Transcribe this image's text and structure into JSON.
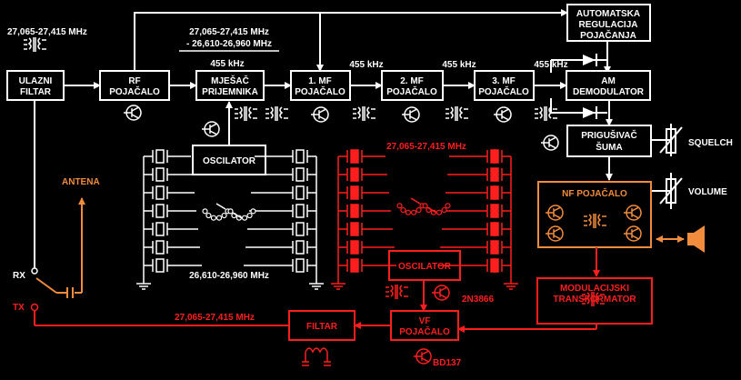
{
  "colors": {
    "rx": "#ffffff",
    "tx": "#ff1e1e",
    "nf": "#f08c3c",
    "background": "#000000"
  },
  "freq": {
    "input": "27,065-27,415 MHz",
    "mixer_top_1": "27,065-27,415 MHz",
    "mixer_top_2": "- 26,610-26,960 MHz",
    "if_455_a": "455 kHz",
    "if_455_b": "455 kHz",
    "if_455_c": "455 kHz",
    "if_455_d": "455 kHz",
    "crystal_rx": "26,610-26,960 MHz",
    "crystal_tx": "27,065-27,415 MHz",
    "tx_out": "27,065-27,415 MHz"
  },
  "blocks": {
    "ulazni_1": "ULAZNI",
    "ulazni_2": "FILTAR",
    "rf_1": "RF",
    "rf_2": "POJAČALO",
    "mix_1": "MJEŠAČ",
    "mix_2": "PRIJEMNIKA",
    "mf1_1": "1. MF",
    "mf1_2": "POJAČALO",
    "mf2_1": "2. MF",
    "mf2_2": "POJAČALO",
    "mf3_1": "3. MF",
    "mf3_2": "POJAČALO",
    "am_1": "AM",
    "am_2": "DEMODULATOR",
    "agc_1": "AUTOMATSKA",
    "agc_2": "REGULACIJA",
    "agc_3": "POJAČANJA",
    "sq_1": "PRIGUŠIVAČ",
    "sq_2": "ŠUMA",
    "osc_rx": "OSCILATOR",
    "nf": "NF POJAČALO",
    "osc_tx": "OSCILATOR",
    "mod_1": "MODULACIJSKI",
    "mod_2": "TRANSFORMATOR",
    "vf_1": "VF",
    "vf_2": "POJAČALO",
    "filtar": "FILTAR"
  },
  "labels": {
    "antena": "ANTENA",
    "rx": "RX",
    "tx": "TX",
    "squelch": "SQUELCH",
    "volume": "VOLUME",
    "t_osc": "2N3866",
    "t_vf": "BD137"
  }
}
